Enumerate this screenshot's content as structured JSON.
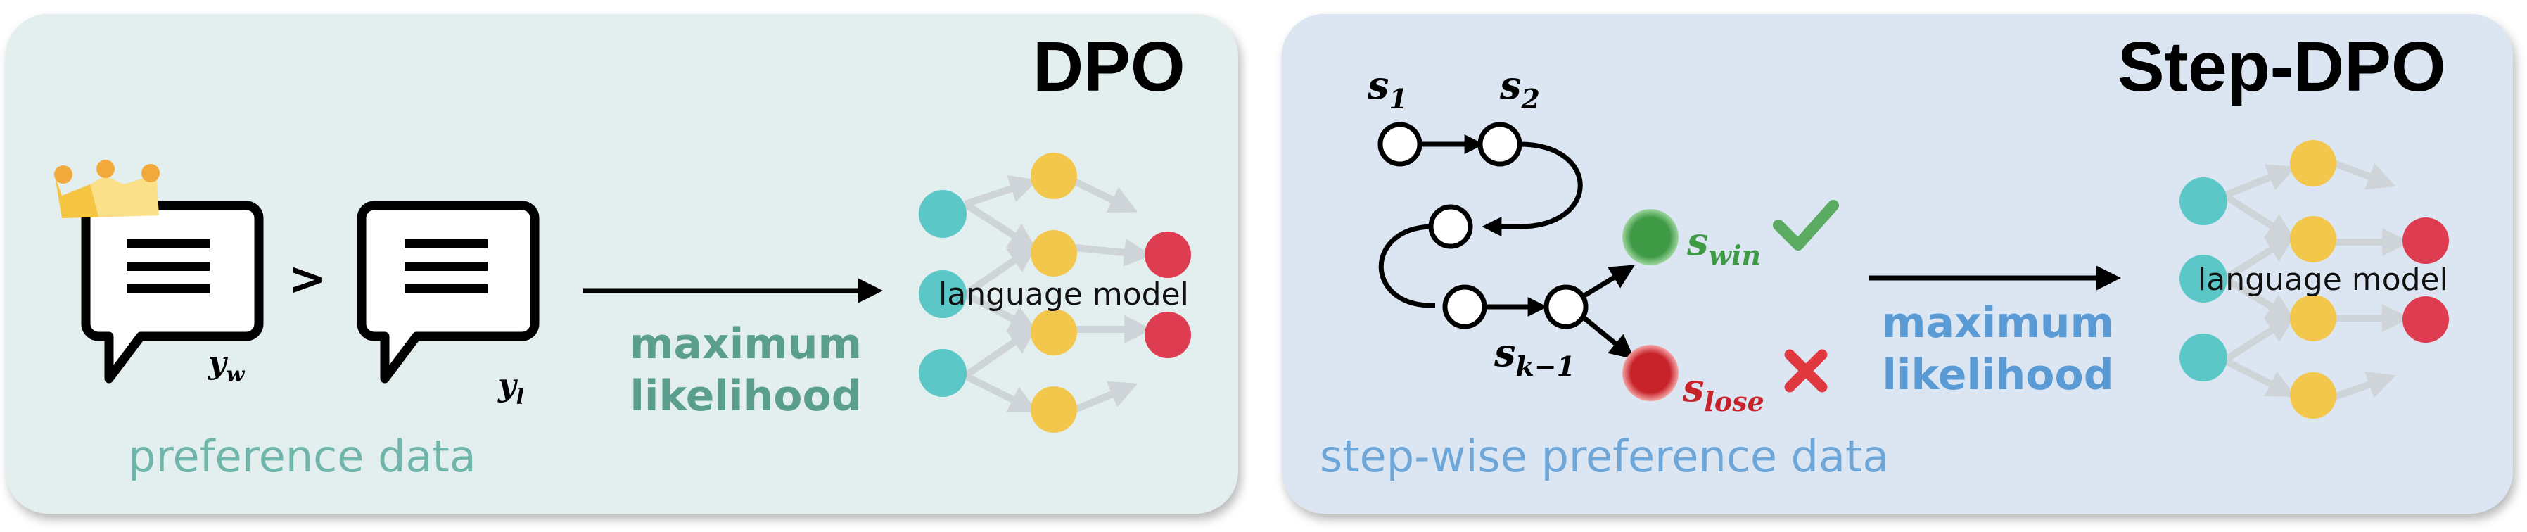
{
  "left_panel": {
    "title": "DPO",
    "chosen_label": "y",
    "chosen_sub": "w",
    "rejected_label": "y",
    "rejected_sub": "l",
    "comparison_symbol": ">",
    "method_line1": "maximum",
    "method_line2": "likelihood",
    "model_label": "language model",
    "caption": "preference data"
  },
  "right_panel": {
    "title": "Step-DPO",
    "step1": "s",
    "step1_sub": "1",
    "step2": "s",
    "step2_sub": "2",
    "stepk": "s",
    "stepk_sub": "k−1",
    "win": "s",
    "win_sub": "win",
    "lose": "s",
    "lose_sub": "lose",
    "method_line1": "maximum",
    "method_line2": "likelihood",
    "model_label": "language model",
    "caption": "step-wise preference data"
  },
  "colors": {
    "left_panel_bg": "#e3eeee",
    "right_panel_bg": "#dbe6f2",
    "left_accent": "#5a9e8e",
    "right_accent": "#5b9bd5",
    "win_green": "#3f9a46",
    "lose_red": "#c8222b",
    "node_teal": "#5cc7c7",
    "node_yellow": "#f3c64c",
    "node_red": "#de3c50",
    "edge_gray": "#cfd4d8"
  },
  "icons": [
    "crown-icon",
    "chat-bubble-icon",
    "check-icon",
    "cross-icon",
    "arrow-icon"
  ]
}
